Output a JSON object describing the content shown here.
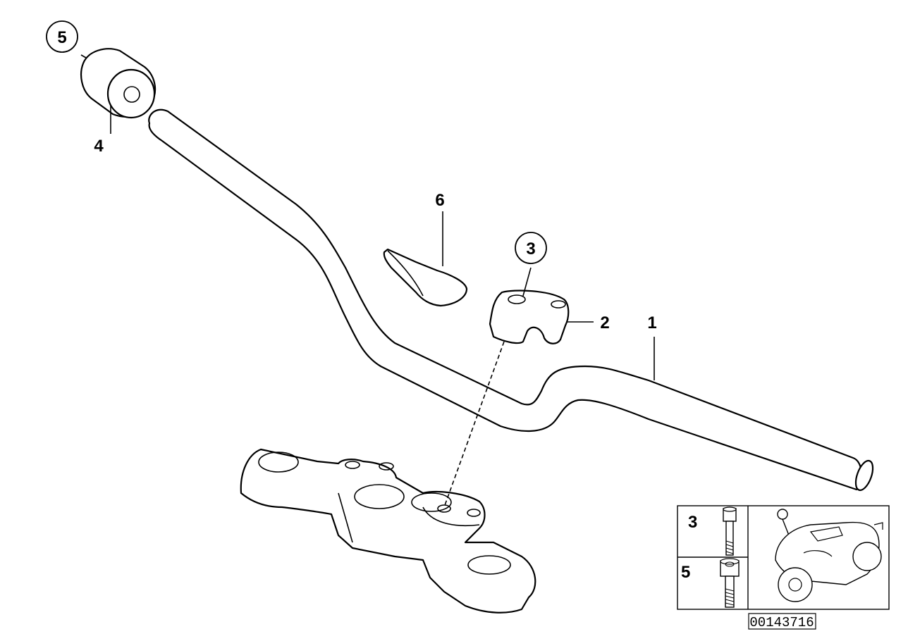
{
  "callouts": {
    "c1": "1",
    "c2": "2",
    "c3": "3",
    "c4": "4",
    "c5": "5",
    "c6": "6"
  },
  "legend": {
    "row_top": "3",
    "row_bottom": "5"
  },
  "reference_number": "00143716"
}
